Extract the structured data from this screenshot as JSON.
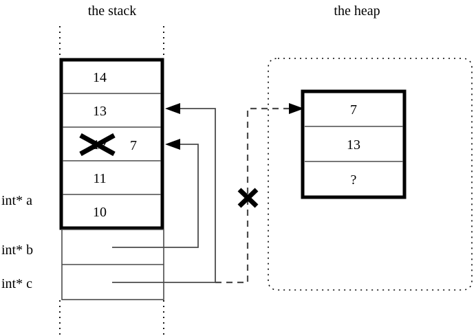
{
  "titles": {
    "stack": "the stack",
    "heap": "the heap"
  },
  "stack": {
    "array_cells": [
      {
        "value": "14"
      },
      {
        "value": "13"
      },
      {
        "value": "12"
      },
      {
        "value": "11"
      },
      {
        "value": "10"
      }
    ],
    "modified_cell": {
      "old_value": "12",
      "new_value": "7",
      "struck_out": "true"
    },
    "variables": [
      {
        "label": "int* a"
      },
      {
        "label": "int* b"
      },
      {
        "label": "int* c"
      }
    ]
  },
  "heap": {
    "cells": [
      {
        "value": "7"
      },
      {
        "value": "13"
      },
      {
        "value": "?"
      }
    ]
  },
  "annotations": {
    "broken_pointer_mark": "X",
    "struck_value_mark": "X"
  },
  "colors": {
    "ink": "#000000",
    "line": "#4a4a4a",
    "background": "#ffffff"
  }
}
